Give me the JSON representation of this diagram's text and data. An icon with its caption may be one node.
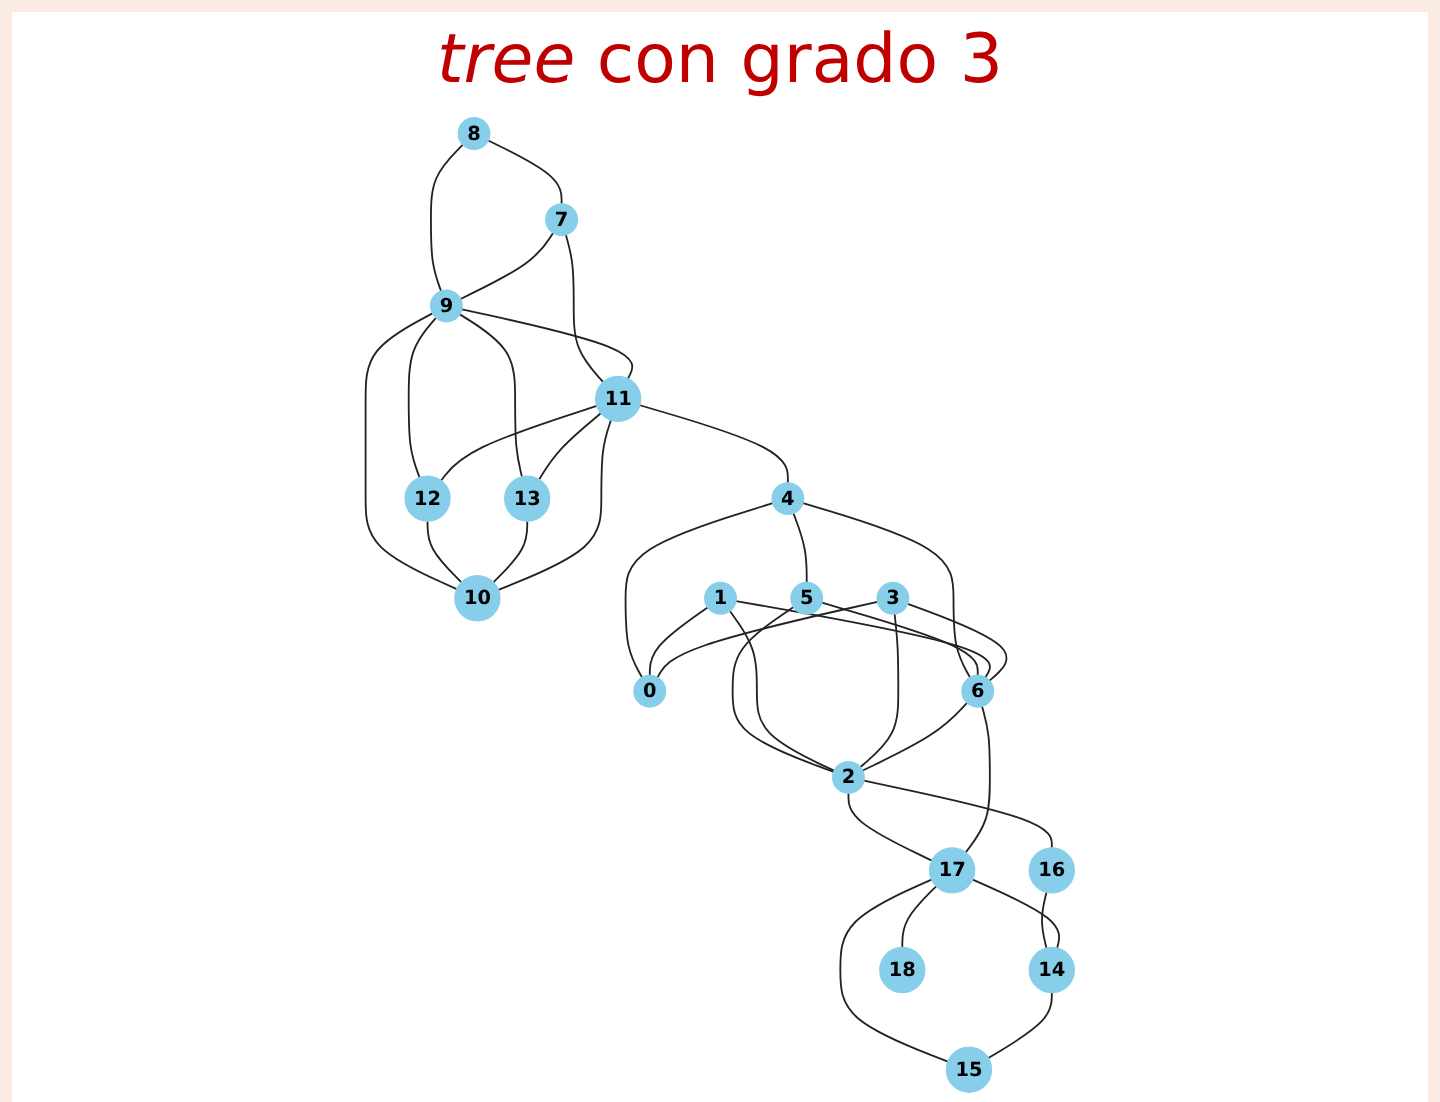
{
  "diagram": {
    "title": "*tree* con grado 3",
    "nodes": [
      {
        "text": [
          "0"
        ]
      },
      {
        "text": [
          "1"
        ]
      },
      {
        "text": [
          "2"
        ]
      },
      {
        "text": [
          "3"
        ]
      },
      {
        "text": [
          "4"
        ]
      },
      {
        "text": [
          "5"
        ]
      },
      {
        "text": [
          "6"
        ]
      },
      {
        "text": [
          "7"
        ]
      },
      {
        "text": [
          "8"
        ]
      },
      {
        "text": [
          "9"
        ]
      },
      {
        "text": [
          "10"
        ]
      },
      {
        "text": [
          "11"
        ]
      },
      {
        "text": [
          "12"
        ]
      },
      {
        "text": [
          "13"
        ]
      },
      {
        "text": [
          "14"
        ]
      },
      {
        "text": [
          "15"
        ]
      },
      {
        "text": [
          "16"
        ]
      },
      {
        "text": [
          "17"
        ]
      },
      {
        "text": [
          "18"
        ]
      }
    ],
    "edges": [
      {
        "from": 8,
        "to": 7,
        "arrow": "none"
      },
      {
        "from": 8,
        "to": 9,
        "arrow": "none"
      },
      {
        "from": 7,
        "to": 9,
        "arrow": "none"
      },
      {
        "from": 7,
        "to": 11,
        "arrow": "none"
      },
      {
        "from": 9,
        "to": 11,
        "arrow": "none"
      },
      {
        "from": 9,
        "to": 12,
        "arrow": "none"
      },
      {
        "from": 9,
        "to": 13,
        "arrow": "none"
      },
      {
        "from": 9,
        "to": 10,
        "arrow": "none"
      },
      {
        "from": 12,
        "to": 10,
        "arrow": "none"
      },
      {
        "from": 13,
        "to": 10,
        "arrow": "none"
      },
      {
        "from": 11,
        "to": 13,
        "arrow": "none"
      },
      {
        "from": 11,
        "to": 12,
        "arrow": "none"
      },
      {
        "from": 11,
        "to": 10,
        "arrow": "none"
      },
      {
        "from": 11,
        "to": 4,
        "arrow": "none"
      },
      {
        "from": 4,
        "to": 5,
        "arrow": "none"
      },
      {
        "from": 4,
        "to": 0,
        "arrow": "none"
      },
      {
        "from": 4,
        "to": 6,
        "arrow": "none"
      },
      {
        "from": 5,
        "to": 6,
        "arrow": "none"
      },
      {
        "from": 5,
        "to": 2,
        "arrow": "none"
      },
      {
        "from": 1,
        "to": 0,
        "arrow": "none"
      },
      {
        "from": 1,
        "to": 6,
        "arrow": "none"
      },
      {
        "from": 1,
        "to": 2,
        "arrow": "none"
      },
      {
        "from": 3,
        "to": 0,
        "arrow": "none"
      },
      {
        "from": 3,
        "to": 6,
        "arrow": "none"
      },
      {
        "from": 3,
        "to": 2,
        "arrow": "none"
      },
      {
        "from": 6,
        "to": 2,
        "arrow": "none"
      },
      {
        "from": 2,
        "to": 17,
        "arrow": "none"
      },
      {
        "from": 6,
        "to": 17,
        "arrow": "none"
      },
      {
        "from": 2,
        "to": 16,
        "arrow": "none"
      },
      {
        "from": 16,
        "to": 14,
        "arrow": "none"
      },
      {
        "from": 17,
        "to": 14,
        "arrow": "none"
      },
      {
        "from": 17,
        "to": 15,
        "arrow": "none"
      },
      {
        "from": 14,
        "to": 15,
        "arrow": "none"
      },
      {
        "from": 17,
        "to": 18,
        "arrow": "none"
      }
    ]
  }
}
